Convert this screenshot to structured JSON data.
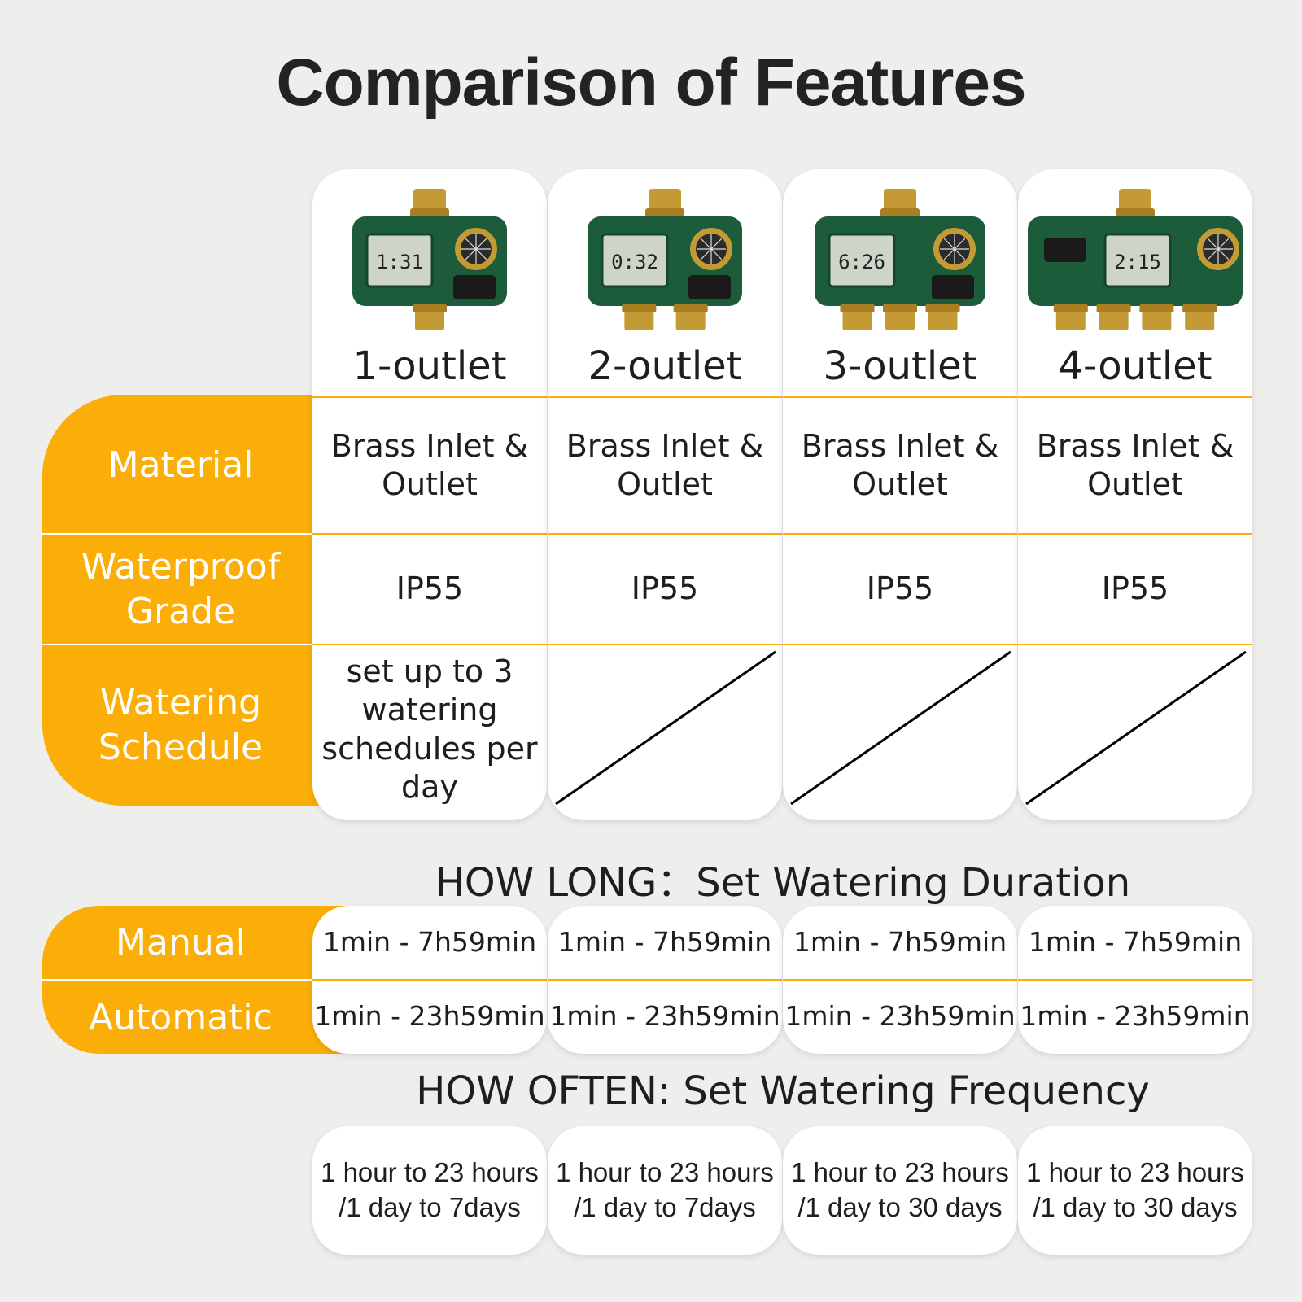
{
  "title": "Comparison of Features",
  "colors": {
    "accent": "#fbad08",
    "device_green": "#1d5c3a",
    "brass": "#c49a35"
  },
  "products": [
    {
      "name": "1-outlet",
      "material": "Brass Inlet & Outlet",
      "waterproof": "IP55",
      "schedule": "set up to 3 watering schedules per day",
      "manual": "1min - 7h59min",
      "automatic": "1min - 23h59min",
      "frequency_line1": "1 hour to 23 hours",
      "frequency_line2": "/1 day to 7days",
      "lcd": "1:31"
    },
    {
      "name": "2-outlet",
      "material": "Brass Inlet & Outlet",
      "waterproof": "IP55",
      "schedule": "",
      "manual": "1min - 7h59min",
      "automatic": "1min - 23h59min",
      "frequency_line1": "1 hour to 23 hours",
      "frequency_line2": "/1 day to 7days",
      "lcd": "0:32"
    },
    {
      "name": "3-outlet",
      "material": "Brass Inlet & Outlet",
      "waterproof": "IP55",
      "schedule": "",
      "manual": "1min - 7h59min",
      "automatic": "1min - 23h59min",
      "frequency_line1": "1 hour to 23 hours",
      "frequency_line2": "/1 day to 30 days",
      "lcd": "6:26"
    },
    {
      "name": "4-outlet",
      "material": "Brass Inlet & Outlet",
      "waterproof": "IP55",
      "schedule": "",
      "manual": "1min - 7h59min",
      "automatic": "1min - 23h59min",
      "frequency_line1": "1 hour to 23 hours",
      "frequency_line2": "/1 day to 30 days",
      "lcd": "2:15"
    }
  ],
  "row_labels": {
    "material": "Material",
    "waterproof_line1": "Waterproof",
    "waterproof_line2": "Grade",
    "schedule_line1": "Watering",
    "schedule_line2": "Schedule",
    "manual": "Manual",
    "automatic": "Automatic"
  },
  "how_long": "HOW LONG：Set Watering Duration",
  "how_often": "HOW OFTEN: Set Watering Frequency"
}
